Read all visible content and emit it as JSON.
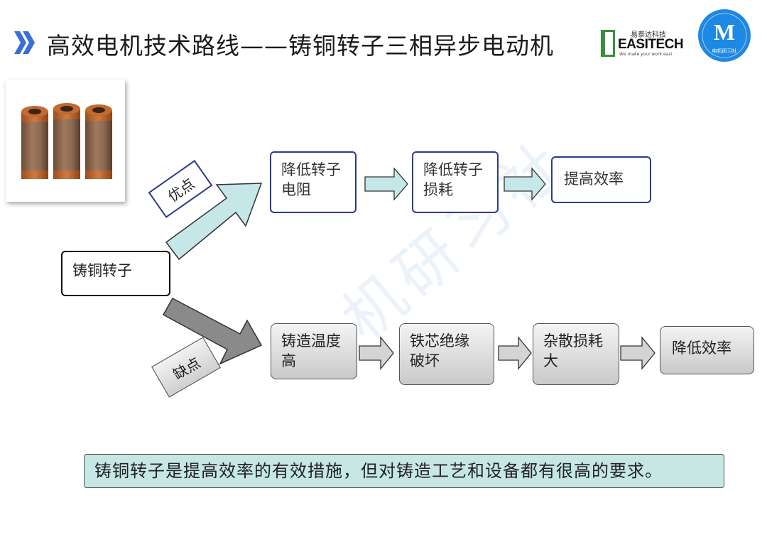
{
  "header": {
    "title": "高效电机技术路线——铸铜转子三相异步电动机",
    "easitech_cn": "易泰达科技",
    "easitech_word": "EASITECH",
    "easitech_slogan": "We make your work easi",
    "mlogo_letter": "M",
    "mlogo_caption": "电机研习社"
  },
  "icons": {
    "header_marker": "double-chevron-icon"
  },
  "colors": {
    "accent_blue": "#2e3a8c",
    "chevron_blue": "#3b6fd8",
    "summary_bg": "#c6e7e4",
    "logo_blue": "#1e88e5",
    "easitech_green": "#3a8f3a"
  },
  "diagram": {
    "root": "铸铜转子",
    "advantage_tag": "优点",
    "disadvantage_tag": "缺点",
    "advantage_chain": [
      "降低转子电阻",
      "降低转子损耗",
      "提高效率"
    ],
    "disadvantage_chain": [
      "铸造温度高",
      "铁芯绝缘破坏",
      "杂散损耗大",
      "降低效率"
    ]
  },
  "summary": "铸铜转子是提高效率的有效措施，但对铸造工艺和设备都有很高的要求。",
  "watermark": "电机研习社"
}
